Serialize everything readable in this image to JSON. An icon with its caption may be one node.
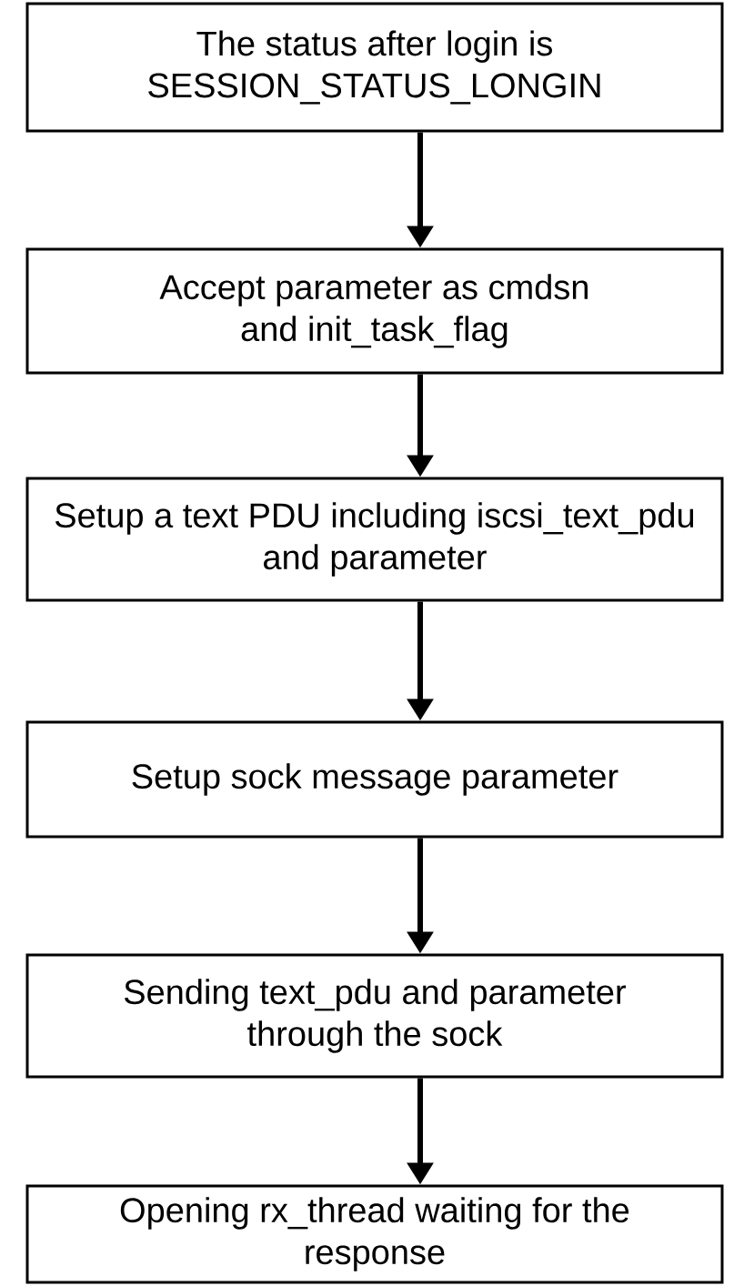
{
  "diagram": {
    "nodes": [
      {
        "text": [
          "The status after login is SESSION_STATUS_LONGIN"
        ]
      },
      {
        "text": [
          "Accept parameter as cmdsn and init_task_flag"
        ]
      },
      {
        "text": [
          "Setup a text PDU including iscsi_text_pdu and parameter"
        ]
      },
      {
        "text": [
          "Setup sock message parameter"
        ]
      },
      {
        "text": [
          "Sending text_pdu and parameter through the sock"
        ]
      },
      {
        "text": [
          "Opening rx_thread waiting for the response"
        ]
      }
    ],
    "edges": [
      {
        "from": 0,
        "to": 1,
        "arrow": "to"
      },
      {
        "from": 1,
        "to": 2,
        "arrow": "to"
      },
      {
        "from": 2,
        "to": 3,
        "arrow": "to"
      },
      {
        "from": 3,
        "to": 4,
        "arrow": "to"
      },
      {
        "from": 4,
        "to": 5,
        "arrow": "to"
      }
    ]
  }
}
